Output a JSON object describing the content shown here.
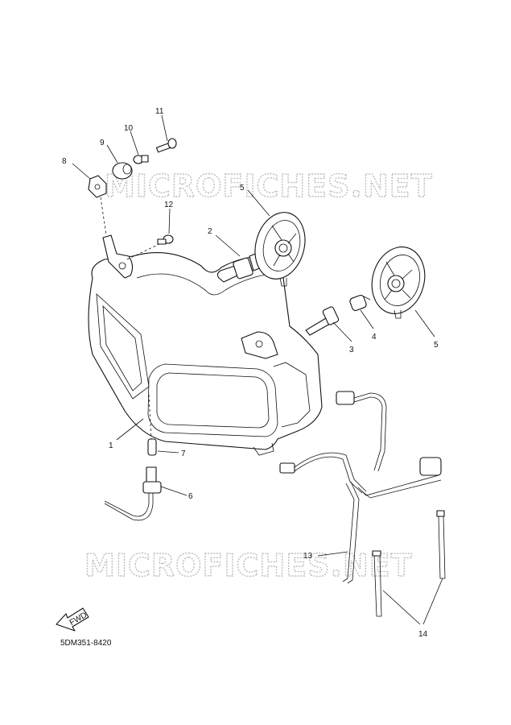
{
  "watermark": "MICROFICHES.NET",
  "diagram_code": "5DM351-8420",
  "fwd_label": "FWD",
  "callouts": {
    "c1": "1",
    "c2": "2",
    "c3": "3",
    "c4": "4",
    "c5a": "5",
    "c5b": "5",
    "c6": "6",
    "c7": "7",
    "c8": "8",
    "c9": "9",
    "c10": "10",
    "c11": "11",
    "c12": "12",
    "c13": "13",
    "c14": "14"
  }
}
